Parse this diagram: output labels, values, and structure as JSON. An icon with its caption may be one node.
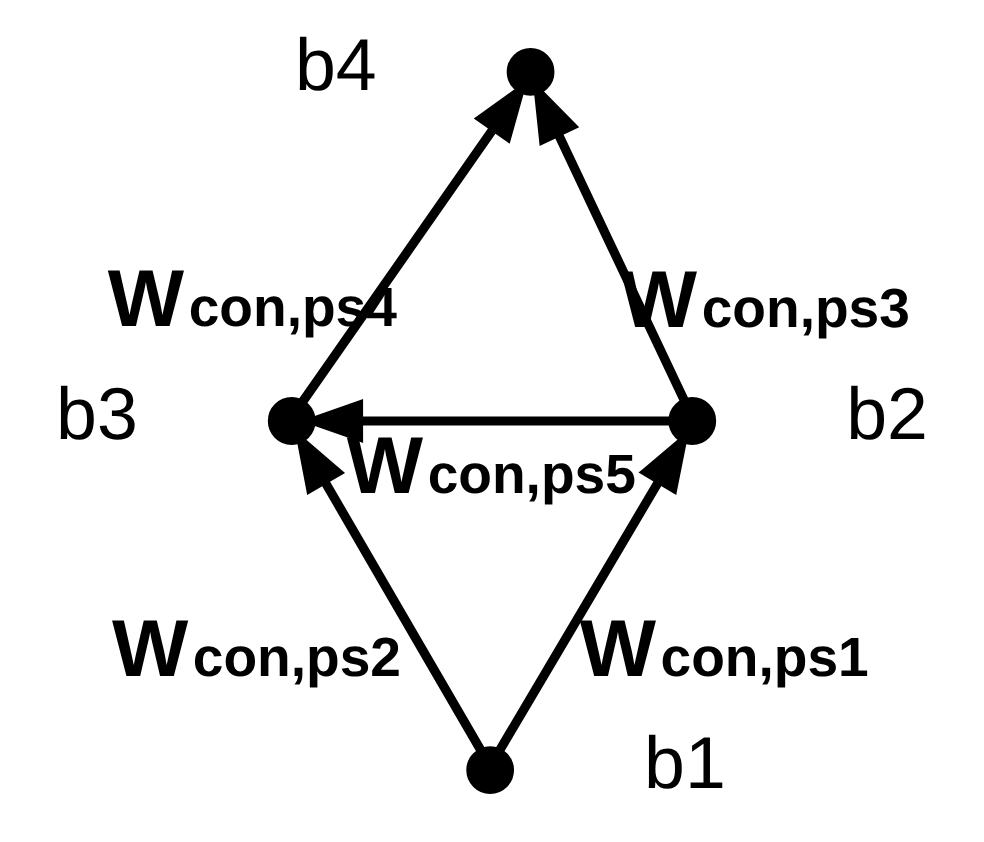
{
  "diagram": {
    "nodes": [
      {
        "text": [],
        "shape": "circle",
        "beside": [
          "b4"
        ]
      },
      {
        "text": [],
        "shape": "circle",
        "beside": [
          "b3"
        ]
      },
      {
        "text": [],
        "shape": "circle",
        "beside": [
          "b2"
        ]
      },
      {
        "text": [],
        "shape": "circle",
        "beside": [
          "b1"
        ]
      }
    ],
    "edges": [
      {
        "from": 3,
        "to": 2,
        "arrow": "to",
        "label": "W$_{con,ps1}$"
      },
      {
        "from": 3,
        "to": 1,
        "arrow": "to",
        "label": "W$_{con,ps2}$"
      },
      {
        "from": 2,
        "to": 0,
        "arrow": "to",
        "label": "W$_{con,ps3}$"
      },
      {
        "from": 1,
        "to": 0,
        "arrow": "to",
        "label": "W$_{con,ps4}$"
      },
      {
        "from": 2,
        "to": 1,
        "arrow": "to",
        "label": "W$_{con,ps5}$"
      }
    ]
  }
}
